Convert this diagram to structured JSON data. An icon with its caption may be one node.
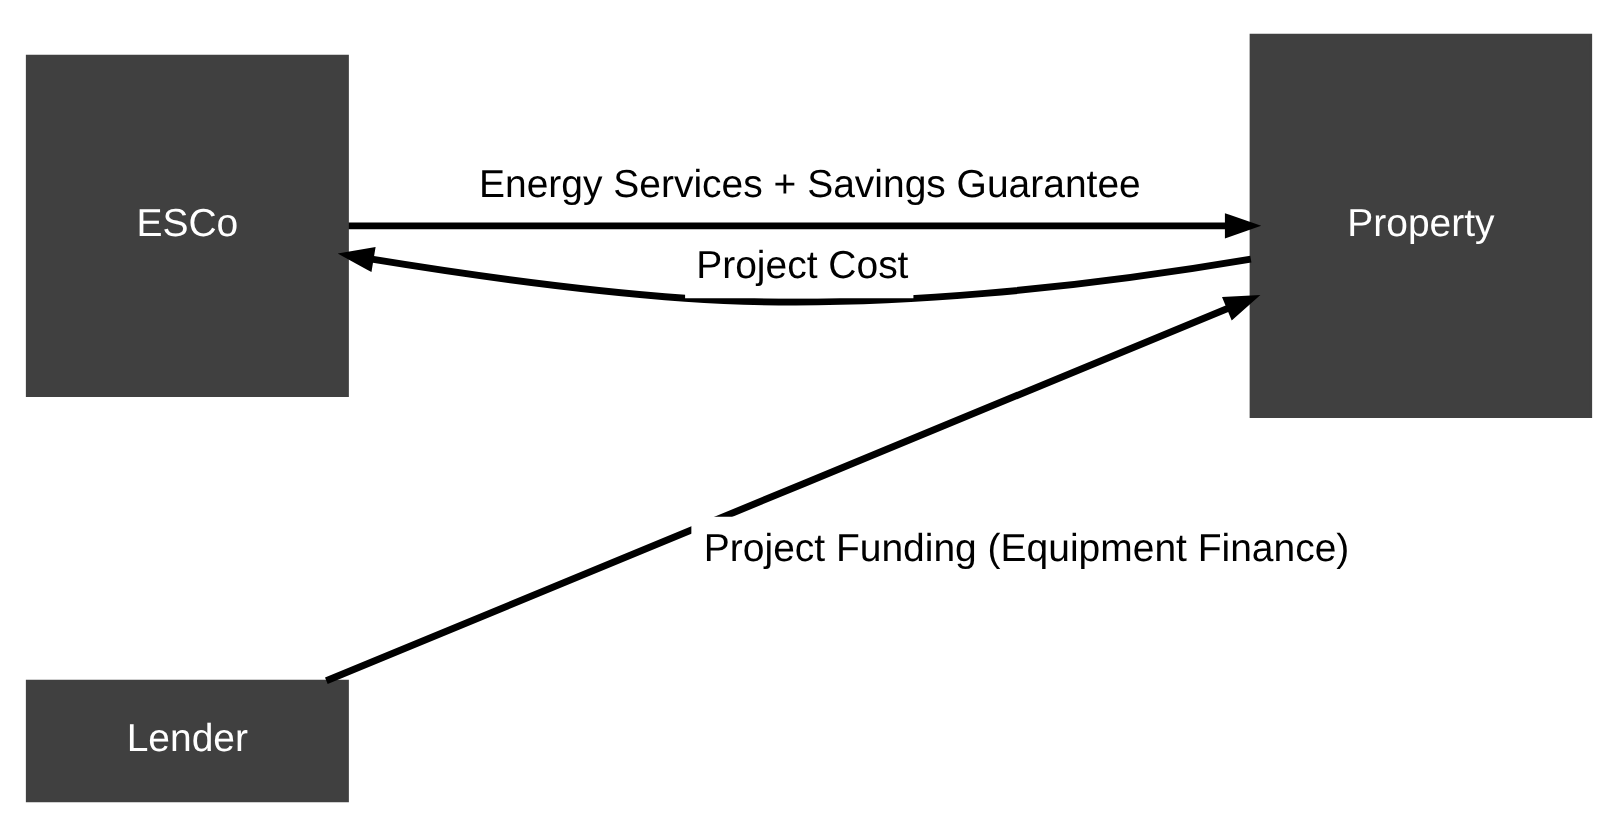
{
  "diagram": {
    "nodes": [
      {
        "text": [
          "ESCo"
        ]
      },
      {
        "text": [
          "Property"
        ]
      },
      {
        "text": [
          "Lender"
        ]
      }
    ],
    "edges": [
      {
        "from": 0,
        "to": 1,
        "arrow": "to",
        "label": "Energy Services + Savings Guarantee"
      },
      {
        "from": 1,
        "to": 0,
        "arrow": "to",
        "label": "Project Cost"
      },
      {
        "from": 2,
        "to": 1,
        "arrow": "to",
        "label": "Project Funding (Equipment Finance)"
      }
    ]
  }
}
